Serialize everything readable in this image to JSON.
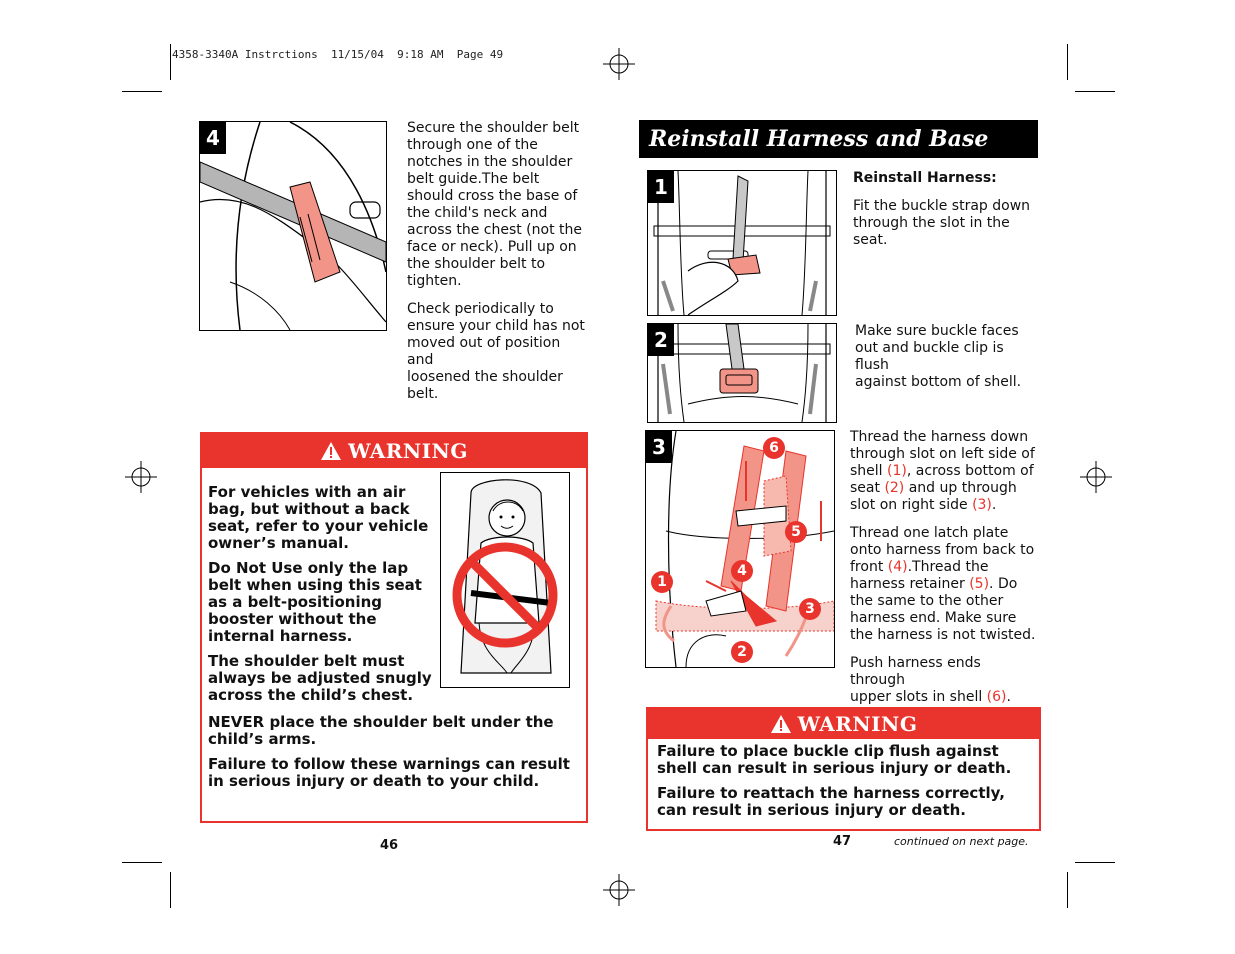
{
  "print_header": "4358-3340A Instrctions  11/15/04  9:18 AM  Page 49",
  "left_page": {
    "step4": {
      "number": "4",
      "text_lines_1": [
        "Secure the shoulder belt",
        "through one of the",
        "notches in the shoulder",
        "belt guide.The belt",
        "should cross the base of",
        "the child's neck and",
        "across the chest (not the",
        "face or neck).  Pull up on",
        "the shoulder belt to",
        "tighten."
      ],
      "text_lines_2": [
        "Check periodically to",
        "ensure your child has not",
        "moved out of position and",
        "loosened the shoulder",
        "belt."
      ]
    },
    "warning": {
      "title": "WARNING",
      "p1_lines": [
        "For vehicles with an air",
        "bag, but without a back",
        "seat, refer to your vehicle",
        "owner’s manual."
      ],
      "p2_lines": [
        "Do Not Use only the lap",
        "belt when using this seat",
        "as a belt-positioning",
        "booster without the",
        "internal harness."
      ],
      "p3_lines": [
        "The shoulder belt must",
        "always be adjusted snugly",
        "across the child’s chest."
      ],
      "p4_strong": "NEVER",
      "p4_rest_line1": " place the shoulder belt under the",
      "p4_line2": "child’s arms.",
      "p5_lines": [
        "Failure to follow these warnings can result",
        "in serious injury or death to your child."
      ]
    },
    "page_number": "46"
  },
  "right_page": {
    "section_title": "Reinstall Harness and Base",
    "step1": {
      "number": "1",
      "heading": "Reinstall Harness:",
      "text_lines": [
        "Fit the buckle strap down",
        "through the slot in the",
        "seat."
      ]
    },
    "step2": {
      "number": "2",
      "text_lines": [
        "Make sure buckle faces",
        "out and buckle clip is flush",
        "against bottom of shell."
      ]
    },
    "step3": {
      "number": "3",
      "callouts": [
        "1",
        "2",
        "3",
        "4",
        "5",
        "6"
      ],
      "p1": {
        "l1": "Thread the harness down",
        "l2": "through slot on left side of",
        "l3a": "shell ",
        "l3n": "(1)",
        "l3b": ", across bottom of",
        "l4a": "seat ",
        "l4n": "(2)",
        "l4b": " and up through",
        "l5a": "slot on right side ",
        "l5n": "(3)",
        "l5b": "."
      },
      "p2": {
        "l1": "Thread one latch plate",
        "l2": "onto harness from back to",
        "l3a": "front ",
        "l3n": "(4)",
        "l3b": ".Thread the",
        "l4a": "harness retainer ",
        "l4n": "(5)",
        "l4b": ". Do",
        "l5": "the same to the other",
        "l6": "harness end. Make sure",
        "l7": "the harness is not twisted."
      },
      "p3": {
        "l1": "Push harness ends through",
        "l2a": "upper slots in shell ",
        "l2n": "(6)",
        "l2b": "."
      }
    },
    "warning": {
      "title": "WARNING",
      "p1_lines": [
        "Failure to place buckle clip flush against",
        "shell can result in serious injury or death."
      ],
      "p2_lines": [
        "Failure to reattach the harness correctly,",
        "can result in serious injury or death."
      ]
    },
    "page_number": "47",
    "continued": "continued on next page."
  },
  "colors": {
    "accent_red": "#e8342c",
    "ink": "#111111",
    "bar": "#000000"
  }
}
